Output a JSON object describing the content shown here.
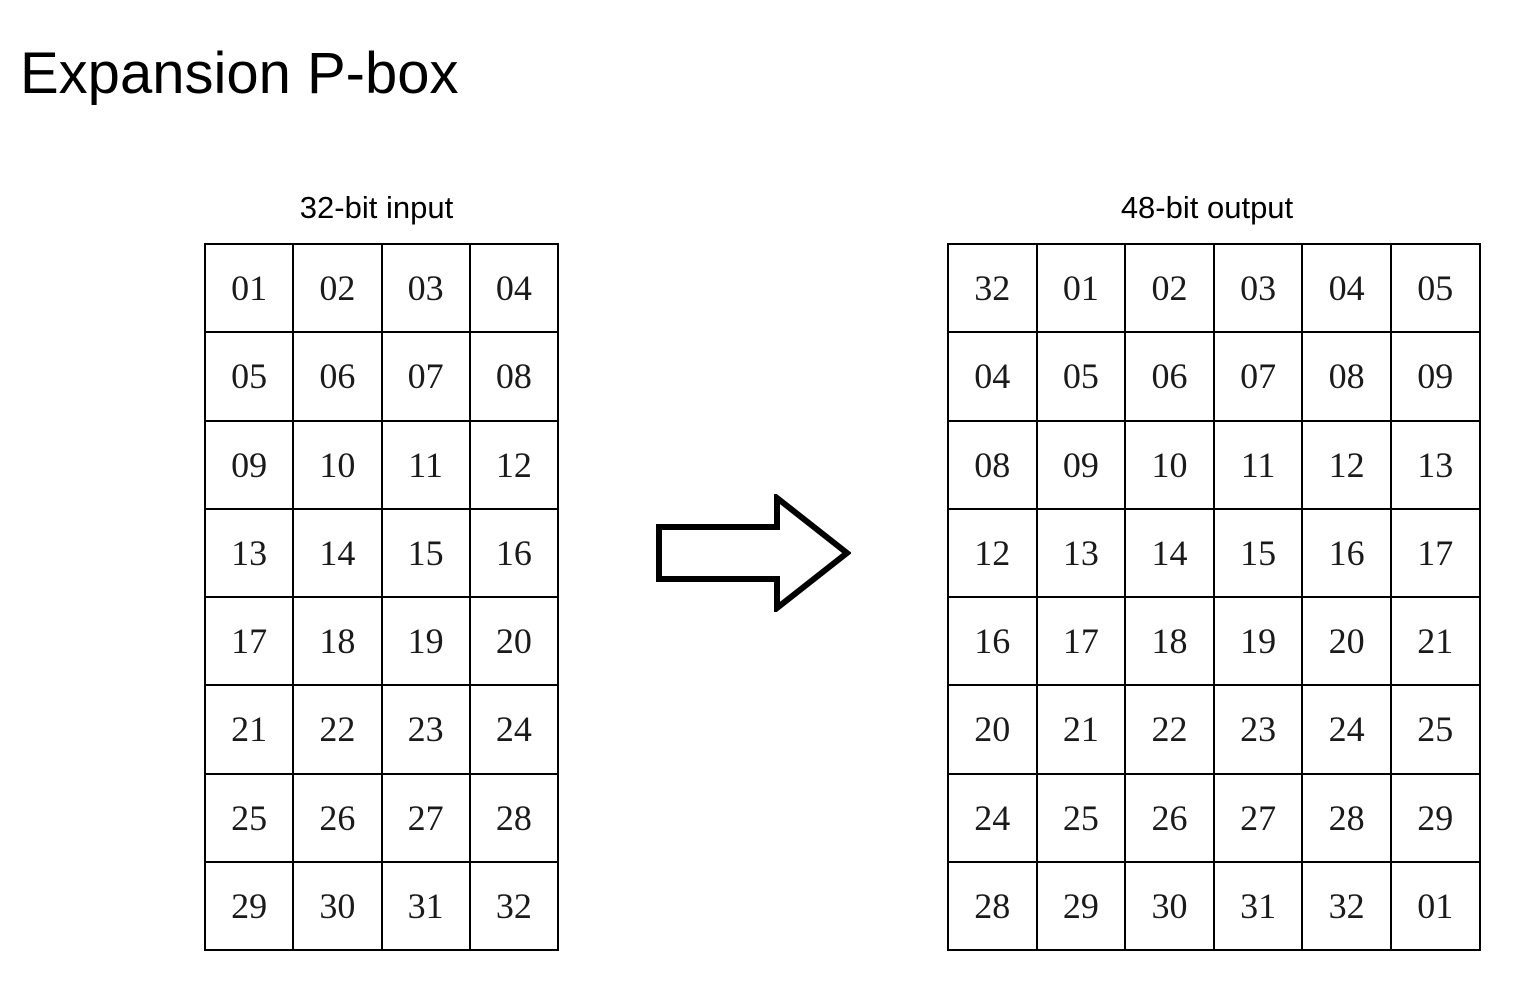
{
  "slide": {
    "title": "Expansion P-box",
    "background_color": "#ffffff",
    "text_color": "#000000",
    "border_color": "#000000"
  },
  "input": {
    "label": "32-bit input",
    "columns": 4,
    "rows": 8,
    "cells": [
      [
        "01",
        "02",
        "03",
        "04"
      ],
      [
        "05",
        "06",
        "07",
        "08"
      ],
      [
        "09",
        "10",
        "11",
        "12"
      ],
      [
        "13",
        "14",
        "15",
        "16"
      ],
      [
        "17",
        "18",
        "19",
        "20"
      ],
      [
        "21",
        "22",
        "23",
        "24"
      ],
      [
        "25",
        "26",
        "27",
        "28"
      ],
      [
        "29",
        "30",
        "31",
        "32"
      ]
    ]
  },
  "arrow": {
    "icon": "right-arrow-icon",
    "direction": "right",
    "fill": "#ffffff",
    "stroke": "#000000"
  },
  "output": {
    "label": "48-bit output",
    "columns": 6,
    "rows": 8,
    "cells": [
      [
        "32",
        "01",
        "02",
        "03",
        "04",
        "05"
      ],
      [
        "04",
        "05",
        "06",
        "07",
        "08",
        "09"
      ],
      [
        "08",
        "09",
        "10",
        "11",
        "12",
        "13"
      ],
      [
        "12",
        "13",
        "14",
        "15",
        "16",
        "17"
      ],
      [
        "16",
        "17",
        "18",
        "19",
        "20",
        "21"
      ],
      [
        "20",
        "21",
        "22",
        "23",
        "24",
        "25"
      ],
      [
        "24",
        "25",
        "26",
        "27",
        "28",
        "29"
      ],
      [
        "28",
        "29",
        "30",
        "31",
        "32",
        "01"
      ]
    ]
  }
}
